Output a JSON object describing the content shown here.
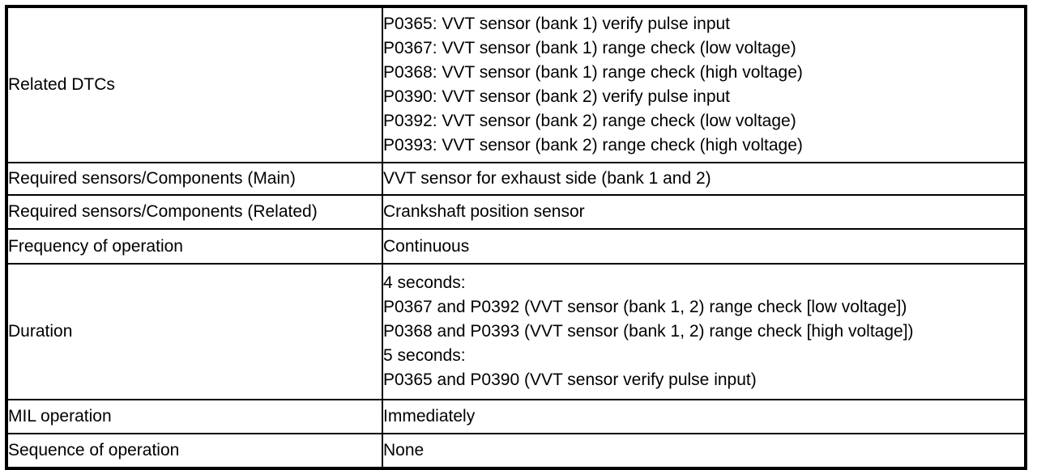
{
  "table": {
    "rows": [
      {
        "label": "Related DTCs",
        "value_lines": [
          "P0365: VVT sensor (bank 1) verify pulse input",
          "P0367: VVT sensor (bank 1) range check (low voltage)",
          "P0368: VVT sensor (bank 1) range check (high voltage)",
          "P0390: VVT sensor (bank 2) verify pulse input",
          "P0392: VVT sensor (bank 2) range check (low voltage)",
          "P0393: VVT sensor (bank 2) range check (high voltage)"
        ]
      },
      {
        "label": "Required sensors/Components (Main)",
        "value_lines": [
          "VVT sensor for exhaust side (bank 1 and 2)"
        ]
      },
      {
        "label": "Required sensors/Components (Related)",
        "value_lines": [
          "Crankshaft position sensor"
        ]
      },
      {
        "label": "Frequency of operation",
        "value_lines": [
          "Continuous"
        ]
      },
      {
        "label": "Duration",
        "value_lines": [
          "4 seconds:",
          "P0367 and P0392 (VVT sensor (bank 1, 2) range check [low voltage])",
          "P0368 and P0393 (VVT sensor (bank 1, 2) range check [high voltage])",
          "5 seconds:",
          "P0365 and P0390 (VVT sensor verify pulse input)"
        ]
      },
      {
        "label": "MIL operation",
        "value_lines": [
          "Immediately"
        ]
      },
      {
        "label": "Sequence of operation",
        "value_lines": [
          "None"
        ]
      }
    ]
  },
  "colors": {
    "border": "#000000",
    "text": "#000000",
    "background": "#ffffff"
  }
}
